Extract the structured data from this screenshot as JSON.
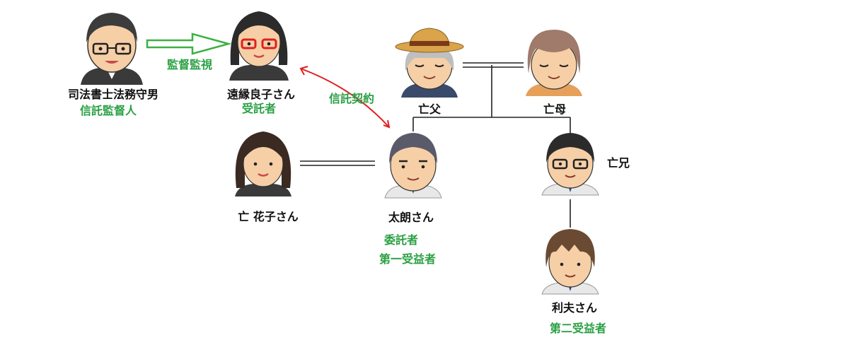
{
  "colors": {
    "role_text": "#2aa043",
    "name_text": "#111111",
    "supervision_arrow": "#3cb043",
    "trust_arrow": "#e02020",
    "lines": "#222222"
  },
  "people": {
    "lawyer": {
      "name": "司法書士法務守男",
      "role": "信託監督人",
      "icon": "man-glasses-suit-avatar"
    },
    "trustee": {
      "name": "遠縁良子さん",
      "role": "受託者",
      "icon": "woman-red-glasses-avatar"
    },
    "father": {
      "name": "亡父",
      "icon": "old-man-straw-hat-avatar"
    },
    "mother": {
      "name": "亡母",
      "icon": "old-woman-avatar"
    },
    "wife": {
      "name": "亡 花子さん",
      "icon": "woman-suit-avatar"
    },
    "taro": {
      "name": "太朗さん",
      "roles": [
        "委託者",
        "第一受益者"
      ],
      "icon": "middle-aged-man-avatar"
    },
    "brother": {
      "name": "亡兄",
      "icon": "man-glasses-avatar"
    },
    "toshio": {
      "name": "利夫さん",
      "role": "第二受益者",
      "icon": "young-man-avatar"
    }
  },
  "relations": {
    "supervision": "監督監視",
    "trust_contract": "信託契約"
  }
}
